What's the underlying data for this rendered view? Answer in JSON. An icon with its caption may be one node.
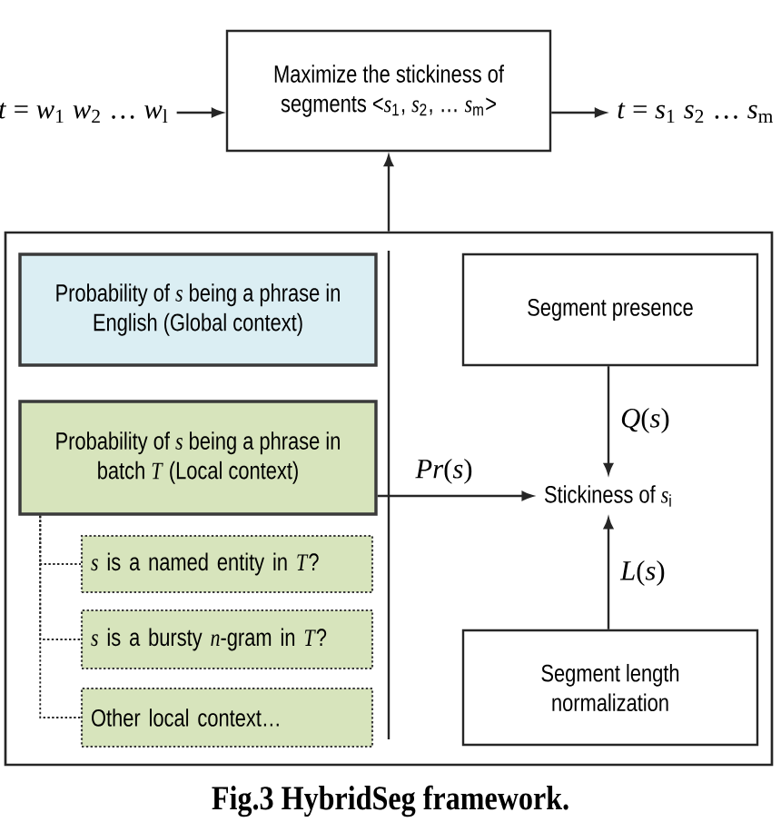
{
  "diagram": {
    "caption": "Fig.3 HybridSeg framework.",
    "nodes": [
      {
        "text": [
          "*t* = *w*$_{1}$ *w*$_{2}$ … *w*$_{l}$"
        ]
      },
      {
        "text": [
          "Maximize the stickiness of segments <*s*$_{1}$, *s*$_{2}$, … *s*$_{m}$>"
        ]
      },
      {
        "text": [
          "*t* = *s*$_{1}$ *s*$_{2}$ … *s*$_{m}$"
        ]
      },
      {
        "text": [],
        "shape": "box"
      },
      {
        "text": [
          "Probability of *s* being a phrase in English (Global context)"
        ],
        "in": 3
      },
      {
        "text": [
          "Probability of *s* being a phrase in batch *T* (Local context)"
        ],
        "in": 3
      },
      {
        "text": [
          "*s* is a named entity in *T*?"
        ],
        "in": 3
      },
      {
        "text": [
          "*s* is a bursty *n*-gram in *T*?"
        ],
        "in": 3
      },
      {
        "text": [
          "Other local context…"
        ],
        "in": 3
      },
      {
        "text": [
          "Segment presence"
        ],
        "in": 3
      },
      {
        "text": [
          "Stickiness of *s*$_{i}$"
        ],
        "in": 3
      },
      {
        "text": [
          "Segment length normalization"
        ],
        "in": 3
      }
    ],
    "edges": [
      {
        "from": 0,
        "to": 1,
        "arrow": "to"
      },
      {
        "from": 1,
        "to": 2,
        "arrow": "to"
      },
      {
        "from": 3,
        "to": 1,
        "arrow": "to"
      },
      {
        "from": 5,
        "to": 10,
        "arrow": "to",
        "label": "*Pr*(*s*)"
      },
      {
        "from": 9,
        "to": 10,
        "arrow": "to",
        "label": "*Q*(*s*)"
      },
      {
        "from": 11,
        "to": 10,
        "arrow": "to",
        "label": "*L*(*s*)"
      },
      {
        "from": 5,
        "to": 6,
        "arrow": "none",
        "style": "dashed"
      },
      {
        "from": 5,
        "to": 7,
        "arrow": "none",
        "style": "dashed"
      },
      {
        "from": 5,
        "to": 8,
        "arrow": "none",
        "style": "dashed"
      }
    ]
  }
}
